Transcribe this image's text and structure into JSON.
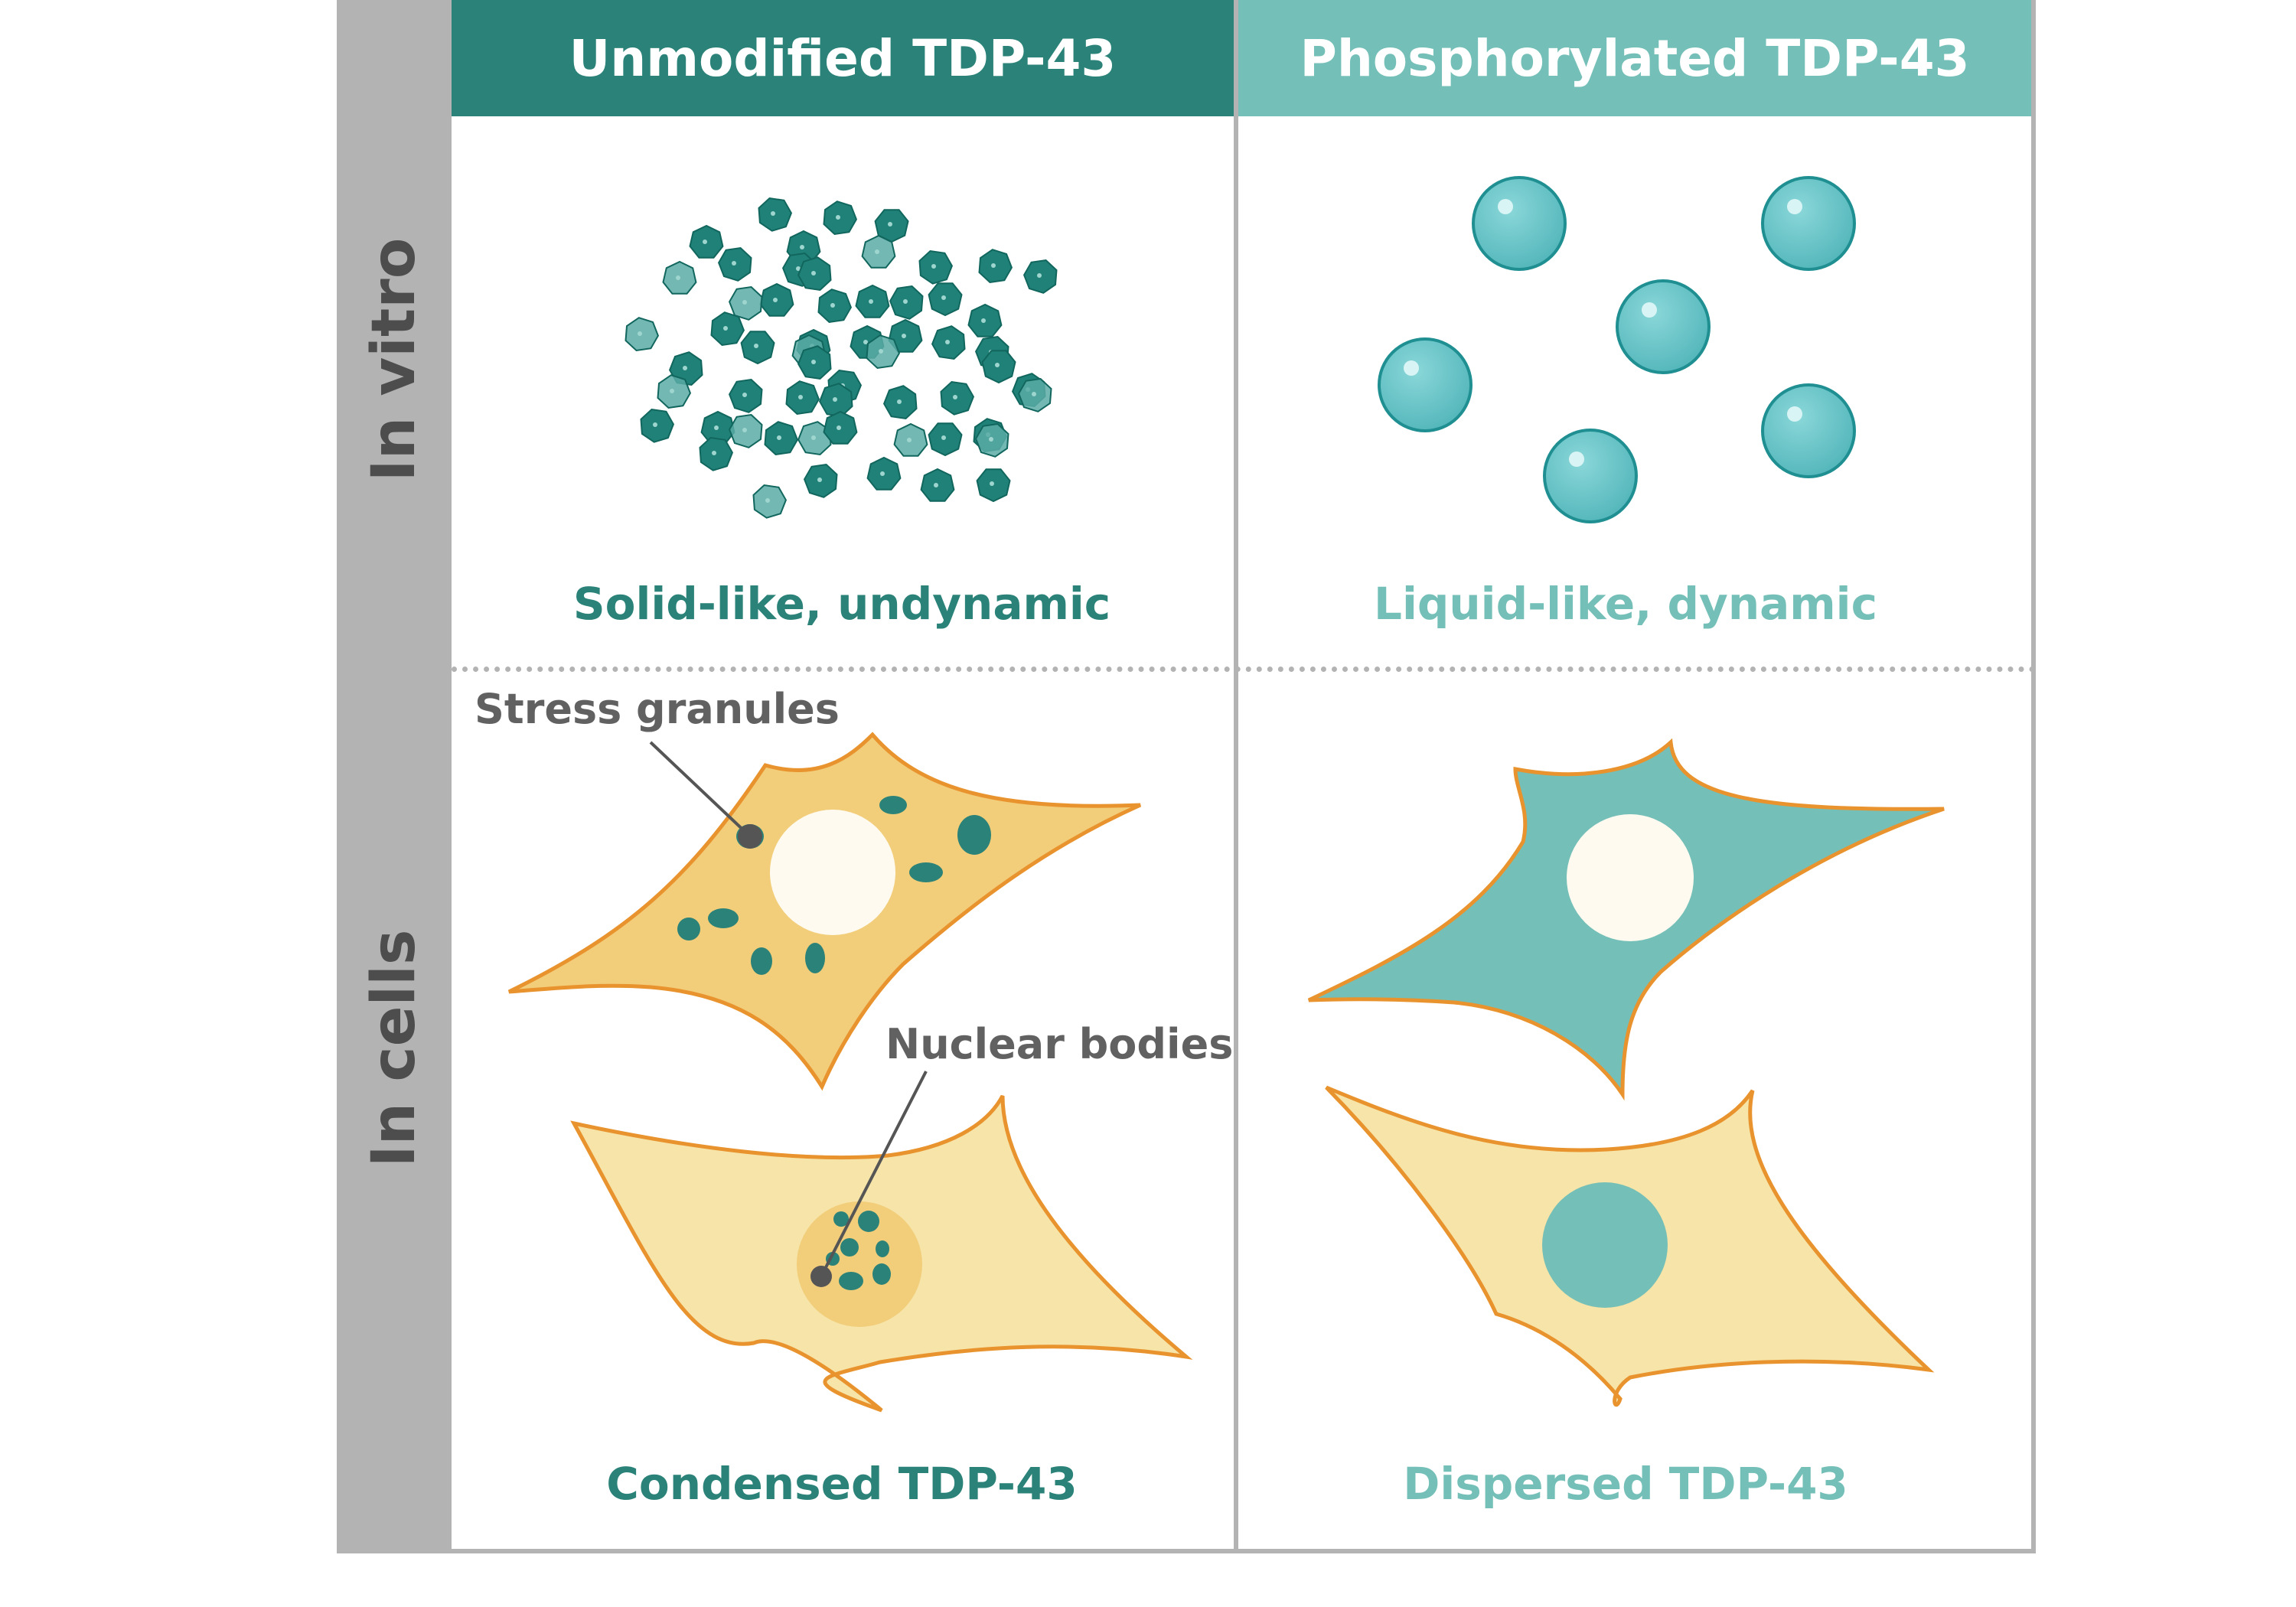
{
  "columns": {
    "left_header": "Unmodified TDP-43",
    "right_header": "Phosphorylated TDP-43"
  },
  "rows": {
    "top_label": "In vitro",
    "bottom_label": "In cells"
  },
  "captions": {
    "top_left": "Solid-like, undynamic",
    "top_right": "Liquid-like, dynamic",
    "bottom_left": "Condensed TDP-43",
    "bottom_right": "Dispersed TDP-43"
  },
  "callouts": {
    "stress_granules": "Stress granules",
    "nuclear_bodies": "Nuclear bodies"
  },
  "colors": {
    "dark_teal": "#2a8278",
    "light_teal": "#74bfb7",
    "droplet": "#6ec9cc",
    "cell_orange": "#f2cd7a",
    "cell_pale": "#f6e4a8",
    "cell_outline": "#e8932d",
    "nucleus": "#fffaf0",
    "strip_grey": "#b3b3b3"
  }
}
